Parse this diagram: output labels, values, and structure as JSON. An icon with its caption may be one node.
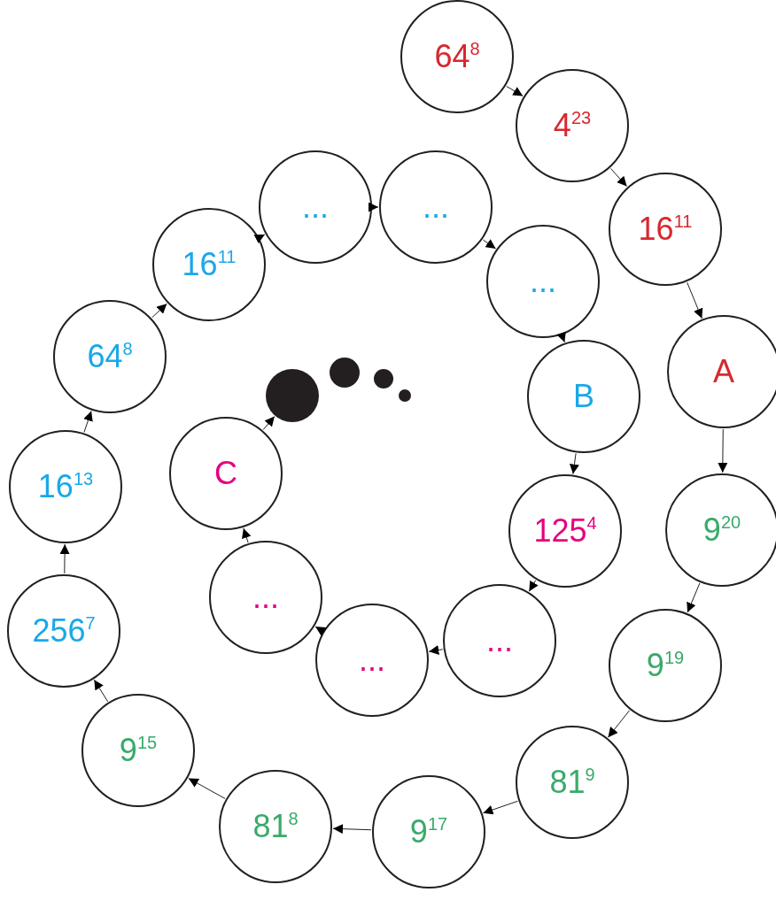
{
  "diagram": {
    "nodes": [
      {
        "text": [
          "64$^{8}$"
        ]
      },
      {
        "text": [
          "4$^{23}$"
        ]
      },
      {
        "text": [
          "16$^{11}$"
        ]
      },
      {
        "text": [
          "A"
        ]
      },
      {
        "text": [
          "9$^{20}$"
        ]
      },
      {
        "text": [
          "9$^{19}$"
        ]
      },
      {
        "text": [
          "81$^{9}$"
        ]
      },
      {
        "text": [
          "9$^{17}$"
        ]
      },
      {
        "text": [
          "81$^{8}$"
        ]
      },
      {
        "text": [
          "9$^{15}$"
        ]
      },
      {
        "text": [
          "256$^{7}$"
        ]
      },
      {
        "text": [
          "16$^{13}$"
        ]
      },
      {
        "text": [
          "64$^{8}$"
        ]
      },
      {
        "text": [
          "16$^{11}$"
        ]
      },
      {
        "text": [
          "..."
        ]
      },
      {
        "text": [
          "..."
        ]
      },
      {
        "text": [
          "..."
        ]
      },
      {
        "text": [
          "B"
        ]
      },
      {
        "text": [
          "125$^{4}$"
        ]
      },
      {
        "text": [
          "..."
        ]
      },
      {
        "text": [
          "..."
        ]
      },
      {
        "text": [
          "..."
        ]
      },
      {
        "text": [
          "C"
        ]
      },
      {
        "text": [],
        "shape": "circle"
      }
    ],
    "edges": [
      {
        "from": 0,
        "to": 1,
        "arrow": "to"
      },
      {
        "from": 1,
        "to": 2,
        "arrow": "to"
      },
      {
        "from": 2,
        "to": 3,
        "arrow": "to"
      },
      {
        "from": 3,
        "to": 4,
        "arrow": "to"
      },
      {
        "from": 4,
        "to": 5,
        "arrow": "to"
      },
      {
        "from": 5,
        "to": 6,
        "arrow": "to"
      },
      {
        "from": 6,
        "to": 7,
        "arrow": "to"
      },
      {
        "from": 7,
        "to": 8,
        "arrow": "to"
      },
      {
        "from": 8,
        "to": 9,
        "arrow": "to"
      },
      {
        "from": 9,
        "to": 10,
        "arrow": "to"
      },
      {
        "from": 10,
        "to": 11,
        "arrow": "to"
      },
      {
        "from": 11,
        "to": 12,
        "arrow": "to"
      },
      {
        "from": 12,
        "to": 13,
        "arrow": "to"
      },
      {
        "from": 13,
        "to": 14,
        "arrow": "to"
      },
      {
        "from": 14,
        "to": 15,
        "arrow": "to"
      },
      {
        "from": 15,
        "to": 16,
        "arrow": "to"
      },
      {
        "from": 16,
        "to": 17,
        "arrow": "to"
      },
      {
        "from": 17,
        "to": 18,
        "arrow": "to"
      },
      {
        "from": 18,
        "to": 19,
        "arrow": "to"
      },
      {
        "from": 19,
        "to": 20,
        "arrow": "to"
      },
      {
        "from": 20,
        "to": 21,
        "arrow": "to"
      },
      {
        "from": 21,
        "to": 22,
        "arrow": "to"
      },
      {
        "from": 22,
        "to": 23,
        "arrow": "to"
      }
    ]
  }
}
